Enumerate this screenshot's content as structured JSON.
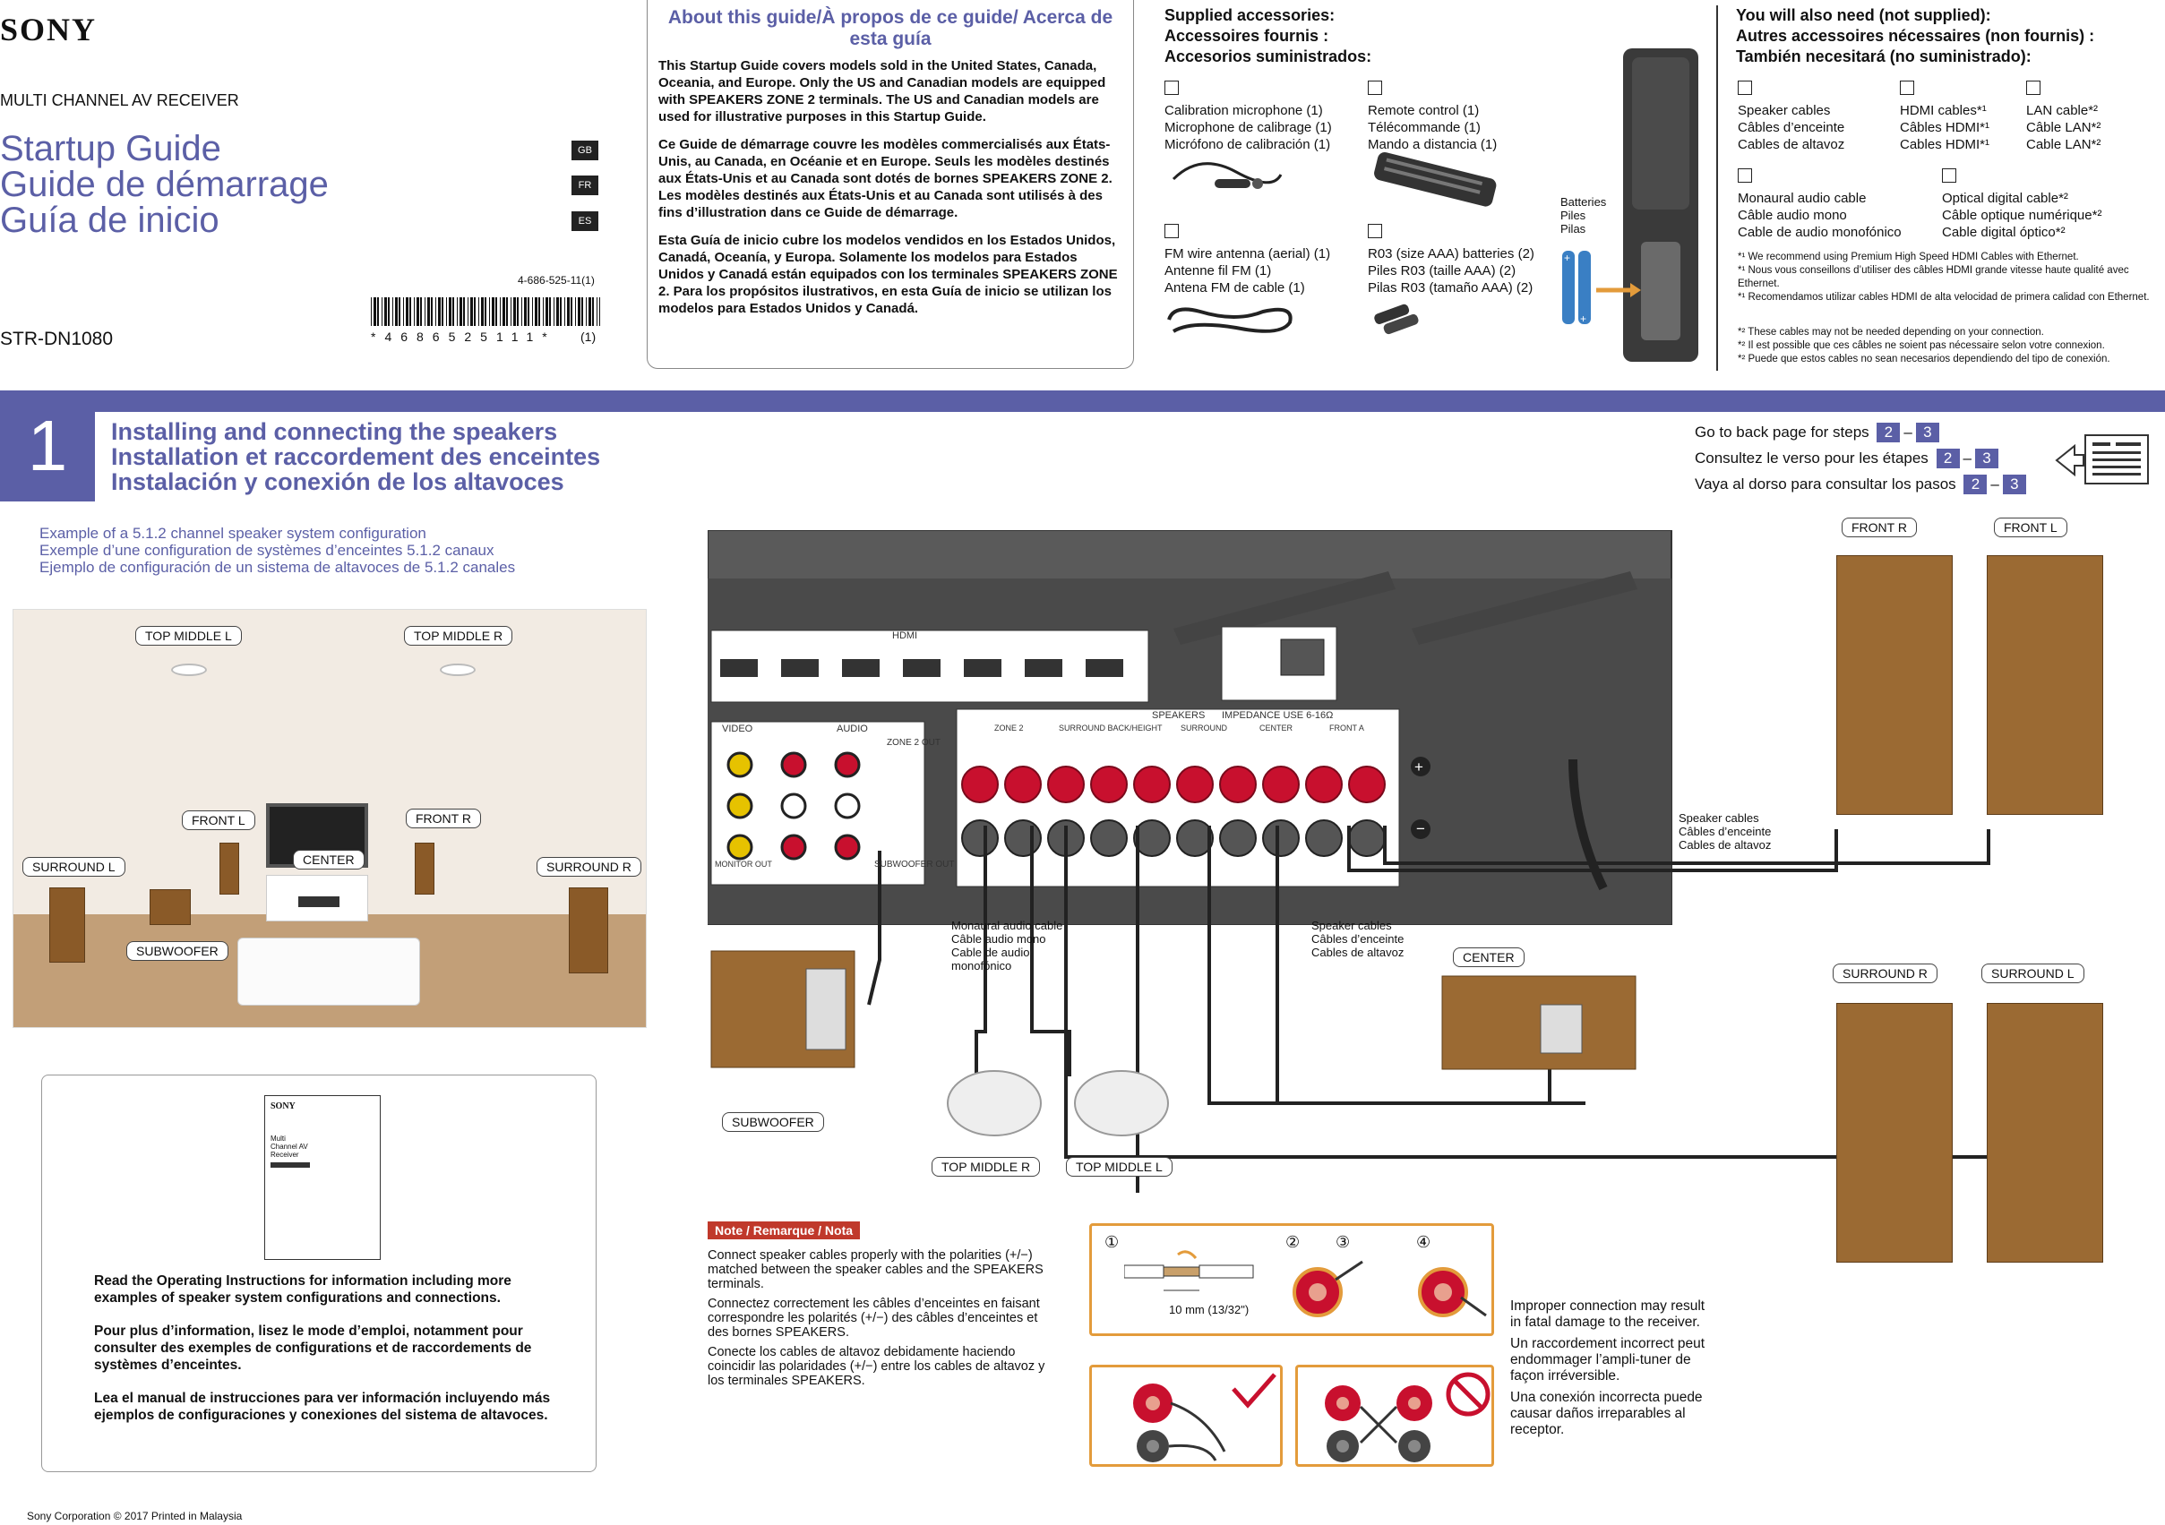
{
  "header": {
    "brand": "SONY",
    "product_type": "MULTI CHANNEL AV RECEIVER",
    "titles": [
      "Startup Guide",
      "Guide de démarrage",
      "Guía de inicio"
    ],
    "lang_tags": [
      "GB",
      "FR",
      "ES"
    ],
    "doc_number": "4-686-525-11(1)",
    "model": "STR-DN1080",
    "barcode_digits": "*4686525111*",
    "barcode_suffix": "(1)"
  },
  "about": {
    "title": "About this guide/À propos de ce guide/ Acerca de esta guía",
    "paragraphs": [
      "This Startup Guide covers models sold in the United States, Canada, Oceania, and Europe. Only the US and Canadian models are equipped with SPEAKERS ZONE 2 terminals. The US and Canadian models are used for illustrative purposes in this Startup Guide.",
      "Ce Guide de démarrage couvre les modèles commercialisés aux États-Unis, au Canada, en Océanie et en Europe. Seuls les modèles destinés aux États-Unis et au Canada sont dotés de bornes SPEAKERS ZONE 2. Les modèles destinés aux États-Unis et au Canada sont utilisés à des fins d’illustration dans ce Guide de démarrage.",
      "Esta Guía de inicio cubre los modelos vendidos en los Estados Unidos, Canadá, Oceanía, y Europa. Solamente los modelos para Estados Unidos y Canadá están equipados con los terminales SPEAKERS ZONE 2. Para los propósitos ilustrativos, en esta Guía de inicio se utilizan los modelos para Estados Unidos y Canadá."
    ]
  },
  "supplied": {
    "header": [
      "Supplied accessories:",
      "Accessoires fournis :",
      "Accesorios suministrados:"
    ],
    "items": [
      {
        "lines": [
          "Calibration microphone (1)",
          "Microphone de calibrage (1)",
          "Micrófono de calibración (1)"
        ]
      },
      {
        "lines": [
          "Remote control (1)",
          "Télécommande (1)",
          "Mando a distancia (1)"
        ]
      },
      {
        "lines": [
          "FM wire antenna (aerial) (1)",
          "Antenne fil FM (1)",
          "Antena FM de cable (1)"
        ]
      },
      {
        "lines": [
          "R03 (size AAA) batteries (2)",
          "Piles R03 (taille AAA) (2)",
          "Pilas R03 (tamaño AAA) (2)"
        ]
      }
    ],
    "batteries_label": [
      "Batteries",
      "Piles",
      "Pilas"
    ]
  },
  "need": {
    "header": [
      "You will also need (not supplied):",
      "Autres accessoires nécessaires (non fournis) :",
      "También necesitará (no suministrado):"
    ],
    "items": [
      {
        "lines": [
          "Speaker cables",
          "Câbles d’enceinte",
          "Cables de altavoz"
        ]
      },
      {
        "lines": [
          "HDMI cables*¹",
          "Câbles HDMI*¹",
          "Cables HDMI*¹"
        ]
      },
      {
        "lines": [
          "LAN cable*²",
          "Câble LAN*²",
          "Cable LAN*²"
        ]
      },
      {
        "lines": [
          "Monaural audio cable",
          "Câble audio mono",
          "Cable de audio monofónico"
        ]
      },
      {
        "lines": [
          "Optical digital cable*²",
          "Câble optique numérique*²",
          "Cable digital óptico*²"
        ]
      }
    ],
    "footnotes1": [
      "*¹ We recommend using Premium High Speed HDMI Cables with Ethernet.",
      "*¹ Nous vous conseillons d’utiliser des câbles HDMI grande vitesse haute qualité avec Ethernet.",
      "*¹ Recomendamos utilizar cables HDMI de alta velocidad de primera calidad con Ethernet."
    ],
    "footnotes2": [
      "*² These cables may not be needed depending on your connection.",
      "*² Il est possible que ces câbles ne soient pas nécessaire selon votre connexion.",
      "*² Puede que estos cables no sean necesarios dependiendo del tipo de conexión."
    ]
  },
  "section1": {
    "number": "1",
    "titles": [
      "Installing and connecting the speakers",
      "Installation et raccordement des enceintes",
      "Instalación y conexión de los altavoces"
    ],
    "goto": [
      {
        "text": "Go to back page for steps",
        "a": "2",
        "b": "3"
      },
      {
        "text": "Consultez le verso pour les étapes",
        "a": "2",
        "b": "3"
      },
      {
        "text": "Vaya al dorso para consultar los pasos",
        "a": "2",
        "b": "3"
      }
    ],
    "example_caption": [
      "Example of a 5.1.2 channel speaker system configuration",
      "Exemple d’une configuration de systèmes d’enceintes 5.1.2 canaux",
      "Ejemplo de configuración de un sistema de altavoces de 5.1.2 canales"
    ],
    "room_labels": {
      "top_middle_l": "TOP MIDDLE L",
      "top_middle_r": "TOP MIDDLE R",
      "front_l": "FRONT L",
      "front_r": "FRONT R",
      "center": "CENTER",
      "surround_l": "SURROUND L",
      "surround_r": "SURROUND R",
      "subwoofer": "SUBWOOFER"
    },
    "info_text": [
      "Read the Operating Instructions for information including more examples of speaker system configurations and connections.",
      "Pour plus d’information, lisez le mode d’emploi, notamment pour consulter des exemples de configurations et de raccordements de systèmes d’enceintes.",
      "Lea el manual de instrucciones para ver información incluyendo más ejemplos de configuraciones y conexiones del sistema de altavoces."
    ],
    "manual_thumb": {
      "brand": "SONY",
      "title": "Multi Channel AV Receiver"
    }
  },
  "diagram": {
    "speaker_labels": {
      "front_r": "FRONT R",
      "front_l": "FRONT L",
      "center": "CENTER",
      "surround_r": "SURROUND R",
      "surround_l": "SURROUND L",
      "subwoofer": "SUBWOOFER",
      "top_middle_r": "TOP MIDDLE R",
      "top_middle_l": "TOP MIDDLE L"
    },
    "speaker_cables_1": [
      "Speaker cables",
      "Câbles d’enceinte",
      "Cables de altavoz"
    ],
    "speaker_cables_2": [
      "Speaker cables",
      "Câbles d’enceinte",
      "Cables de altavoz"
    ],
    "mono_cable": [
      "Monaural audio cable",
      "Câble audio mono",
      "Cable de audio",
      "monofónico"
    ],
    "receiver": {
      "hdmi": "HDMI",
      "speakers": "SPEAKERS",
      "impedance": "IMPEDANCE USE 6-16Ω",
      "zones": [
        "ZONE 2",
        "SURROUND BACK/HEIGHT",
        "SURROUND",
        "CENTER",
        "FRONT A"
      ],
      "video": "VIDEO",
      "audio": "AUDIO",
      "zone2_out": "ZONE 2 OUT",
      "subwoofer_out": "SUBWOOFER OUT",
      "monitor_out": "MONITOR OUT"
    }
  },
  "note": {
    "header": "Note / Remarque / Nota",
    "paragraphs": [
      "Connect speaker cables properly with the polarities (+/−) matched between the speaker cables and the SPEAKERS terminals.",
      "Connectez correctement les câbles d’enceintes en faisant correspondre les polarités (+/−) des câbles d’enceintes et des bornes SPEAKERS.",
      "Conecte los cables de altavoz debidamente haciendo coincidir las polaridades (+/−) entre los cables de altavoz y los terminales SPEAKERS."
    ],
    "steps": [
      "①",
      "②",
      "③",
      "④"
    ],
    "strip_length": "10 mm (13/32\")",
    "improper": [
      "Improper connection may result in fatal damage to the receiver.",
      "Un raccordement incorrect peut endommager l’ampli-tuner de façon irréversible.",
      "Una conexión incorrecta puede causar daños irreparables al receptor."
    ]
  },
  "footer": {
    "copyright": "Sony Corporation © 2017  Printed in Malaysia"
  },
  "colors": {
    "accent": "#5b5fa6",
    "wood": "#9b6a33",
    "terminal_red": "#c8102e",
    "note_red": "#c0392b",
    "orange_border": "#e39b3b"
  }
}
